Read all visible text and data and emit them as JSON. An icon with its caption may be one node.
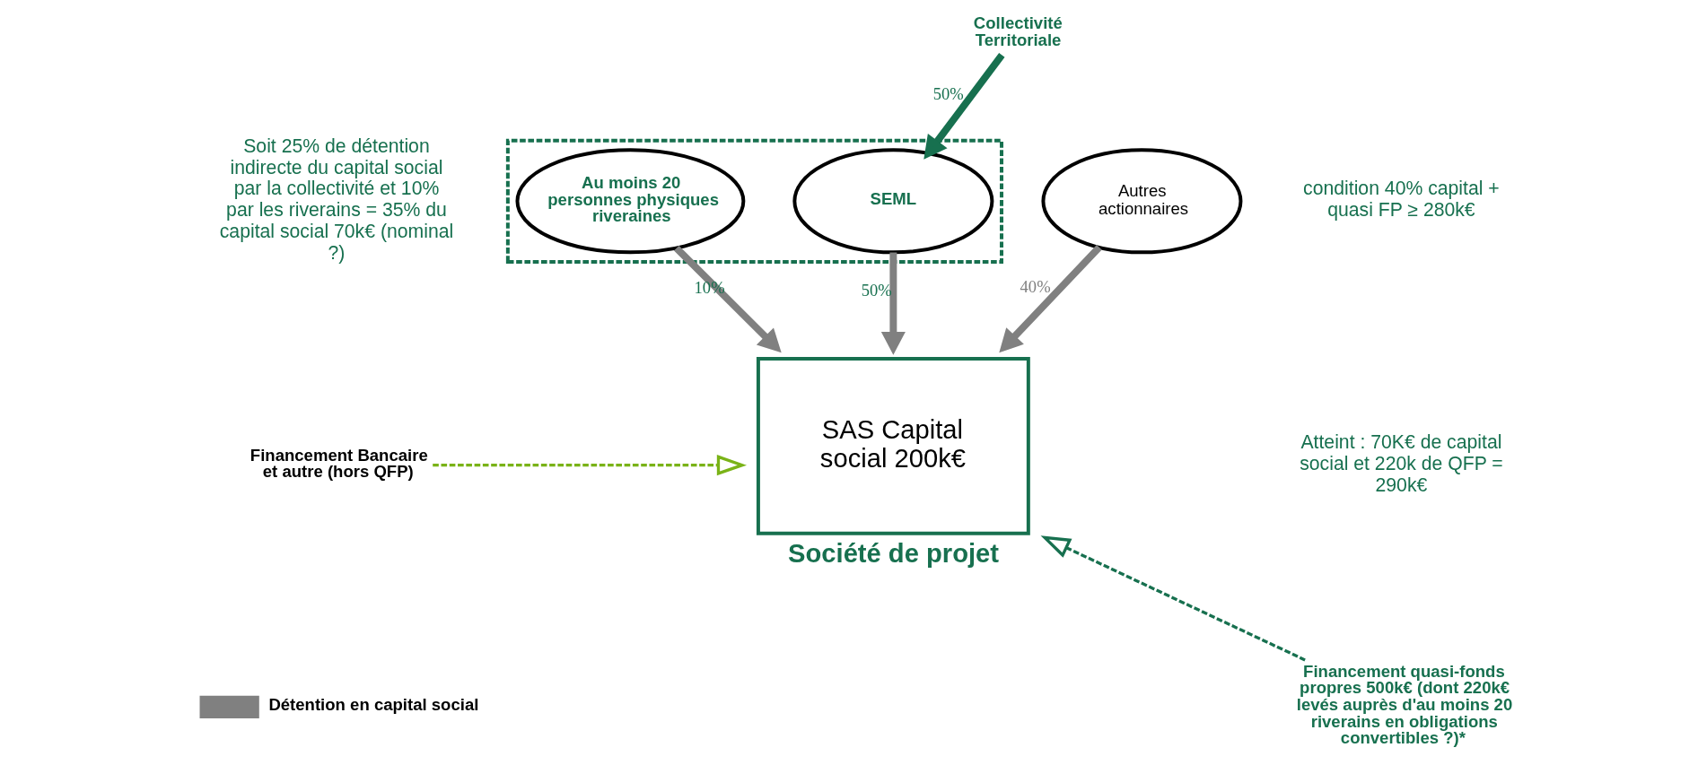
{
  "diagram": {
    "nodes": [
      {
        "text": [],
        "shape": "box"
      },
      {
        "text": [
          "SEML"
        ],
        "in": 0
      },
      {
        "text": [
          "Au moins 20 personnes physiques riveraines"
        ],
        "in": 0
      },
      {
        "text": [
          "Autres actionnaires"
        ]
      },
      {
        "text": [
          "SAS Capital social 200k€"
        ],
        "beside": [
          "Société de projet"
        ]
      },
      {
        "text": [
          "Collectivité Territoriale"
        ]
      },
      {
        "text": [
          "Financement Bancaire et autre (hors QFP)"
        ]
      },
      {
        "text": [
          "Financement quasi-fonds propres 500k€ (dont 220k€ levés auprès d'au moins 20 riverains en obligations convertibles ?)*"
        ]
      }
    ],
    "edges": [
      {
        "from": 5,
        "to": 1,
        "arrow": "to",
        "label": "50%",
        "color": "#17704f"
      },
      {
        "from": 1,
        "to": 4,
        "arrow": "to",
        "label": "50%"
      },
      {
        "from": 2,
        "to": 4,
        "arrow": "to",
        "label": "10%"
      },
      {
        "from": 3,
        "to": 4,
        "arrow": "to",
        "label": "40%"
      },
      {
        "from": 6,
        "to": 4,
        "arrow": "to",
        "style": "dashed",
        "color": "#7ab317"
      },
      {
        "from": 7,
        "to": 4,
        "arrow": "to",
        "style": "dashed",
        "color": "#17704f"
      }
    ],
    "labels": [
      "Soit 25% de détention indirecte du capital social par la collectivité et 10% par les riverains = 35% du capital social 70k€ (nominal ?)",
      "condition 40% capital + quasi FP ≥ 280k€",
      "Atteint : 70K€ de capital social et 220k de QFP = 290k€"
    ],
    "legend": [
      {
        "text": "Détention en capital social"
      }
    ]
  }
}
